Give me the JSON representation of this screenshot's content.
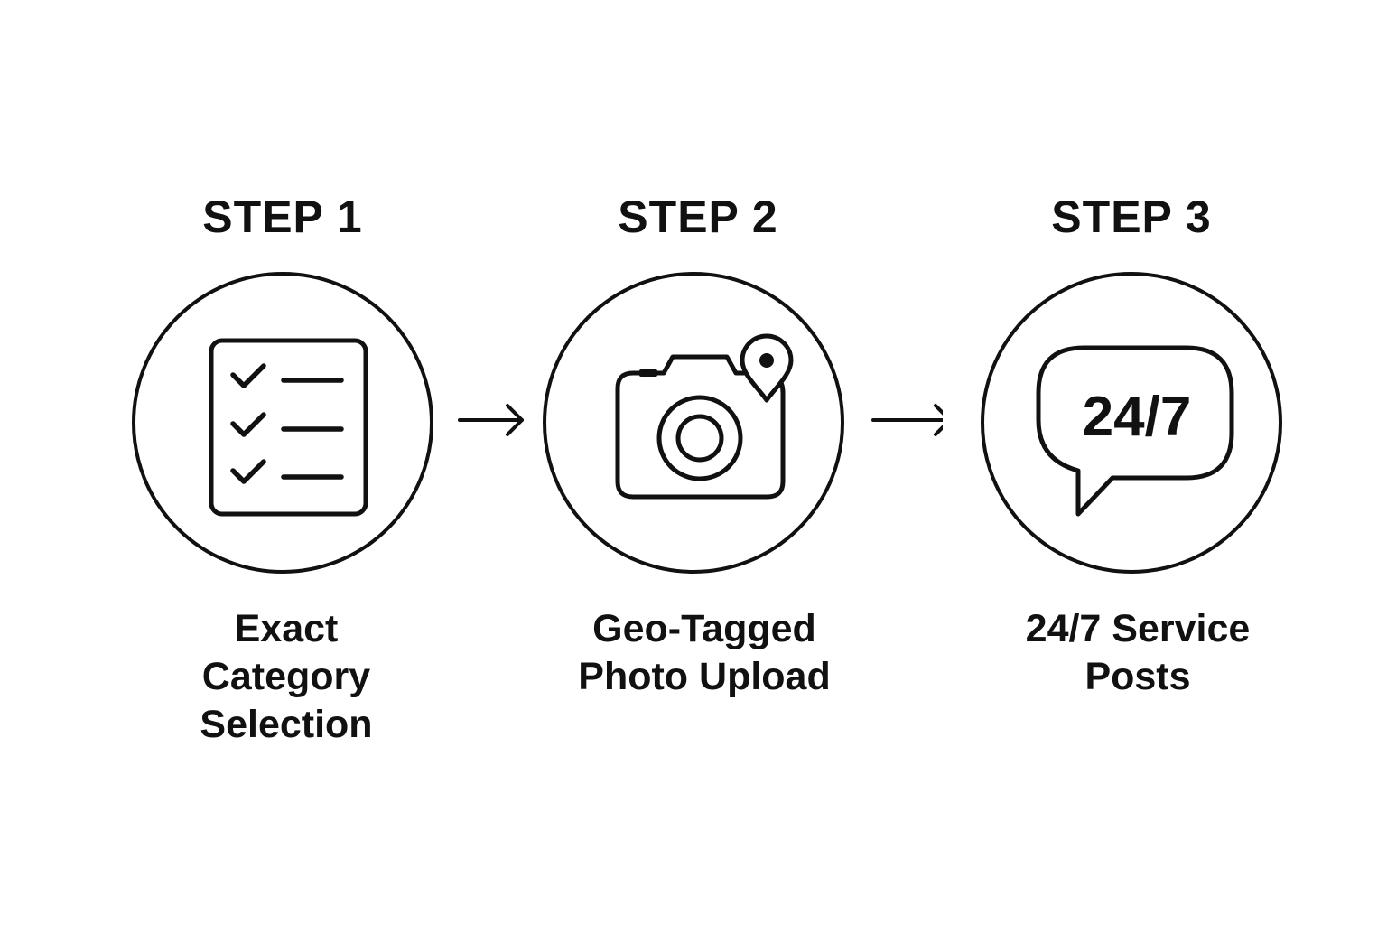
{
  "steps": [
    {
      "title": "STEP 1",
      "caption_lines": [
        "Exact",
        "Category",
        "Selection"
      ],
      "icon": "checklist-icon"
    },
    {
      "title": "STEP 2",
      "caption_lines": [
        "Geo-Tagged",
        "Photo Upload"
      ],
      "icon": "camera-location-icon"
    },
    {
      "title": "STEP 3",
      "caption_lines": [
        "24/7 Service",
        "Posts"
      ],
      "icon": "chat-bubble-icon",
      "icon_text": "24/7"
    }
  ],
  "arrows": [
    "arrow-right-icon",
    "arrow-right-icon"
  ],
  "colors": {
    "background": "#ffffff",
    "ink": "#111111"
  }
}
